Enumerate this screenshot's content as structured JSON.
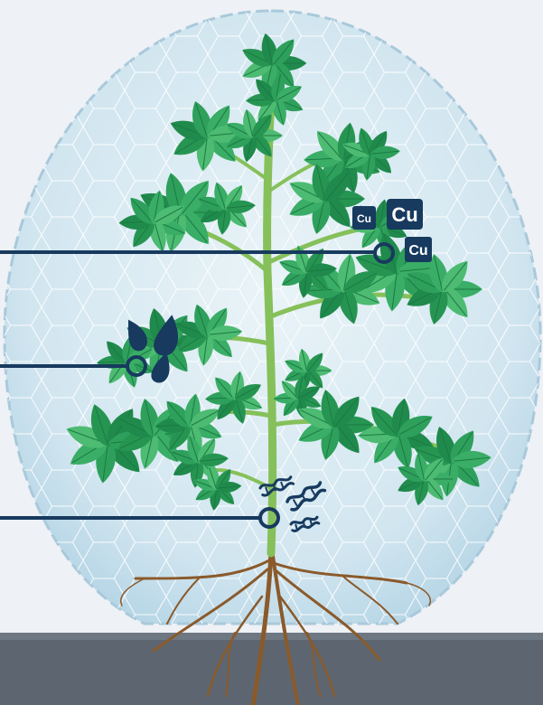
{
  "colors": {
    "background_top": "#eef1f5",
    "bottom_bar": "#5d6670",
    "bubble_fill": "#d7e8f1",
    "bubble_stroke": "#b9d3e2",
    "hex_grid": "#ffffff",
    "leaf_dark": "#1f8a4c",
    "leaf_mid": "#2ea05c",
    "leaf_light": "#4dbb72",
    "stem": "#86c05a",
    "root": "#8a5a2b",
    "callout": "#173a5e",
    "water_drop": "#173a5e",
    "dna": "#173a5e"
  },
  "elements": {
    "copper_badges": [
      "Cu",
      "Cu",
      "Cu"
    ],
    "callouts": [
      "copper-callout",
      "water-callout",
      "dna-callout"
    ],
    "icons": [
      "water-drop-icon",
      "dna-icon",
      "copper-element-icon"
    ]
  }
}
